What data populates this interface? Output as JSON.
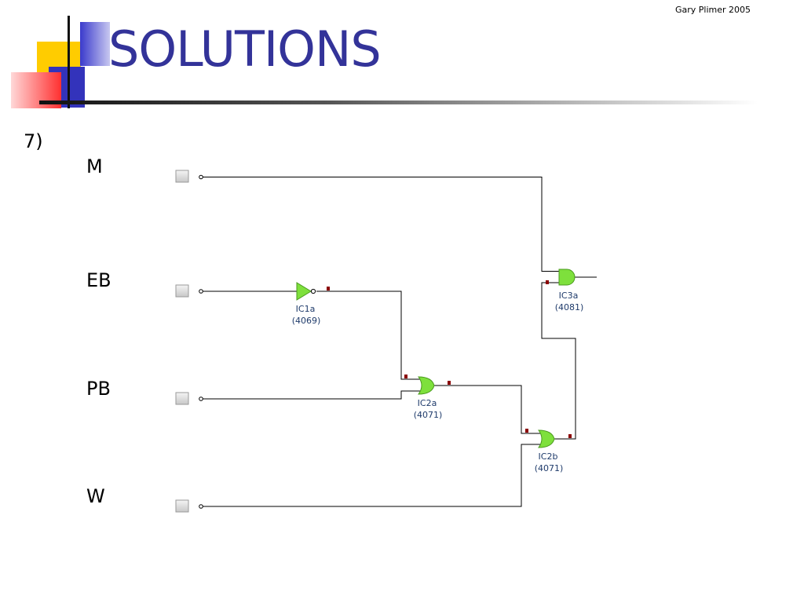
{
  "slide": {
    "author": "Gary Plimer 2005",
    "title": "SOLUTIONS",
    "question_number": "7)"
  },
  "inputs": [
    {
      "label": "M"
    },
    {
      "label": "EB"
    },
    {
      "label": "PB"
    },
    {
      "label": "W"
    }
  ],
  "gates": [
    {
      "name": "IC1a",
      "part": "(4069)",
      "type": "NOT"
    },
    {
      "name": "IC2a",
      "part": "(4071)",
      "type": "OR"
    },
    {
      "name": "IC2b",
      "part": "(4071)",
      "type": "OR"
    },
    {
      "name": "IC3a",
      "part": "(4081)",
      "type": "AND"
    }
  ],
  "colors": {
    "title": "#333399",
    "gate_fill": "#7ee03c",
    "pin_marker": "#8b0000",
    "wire": "#000000"
  }
}
